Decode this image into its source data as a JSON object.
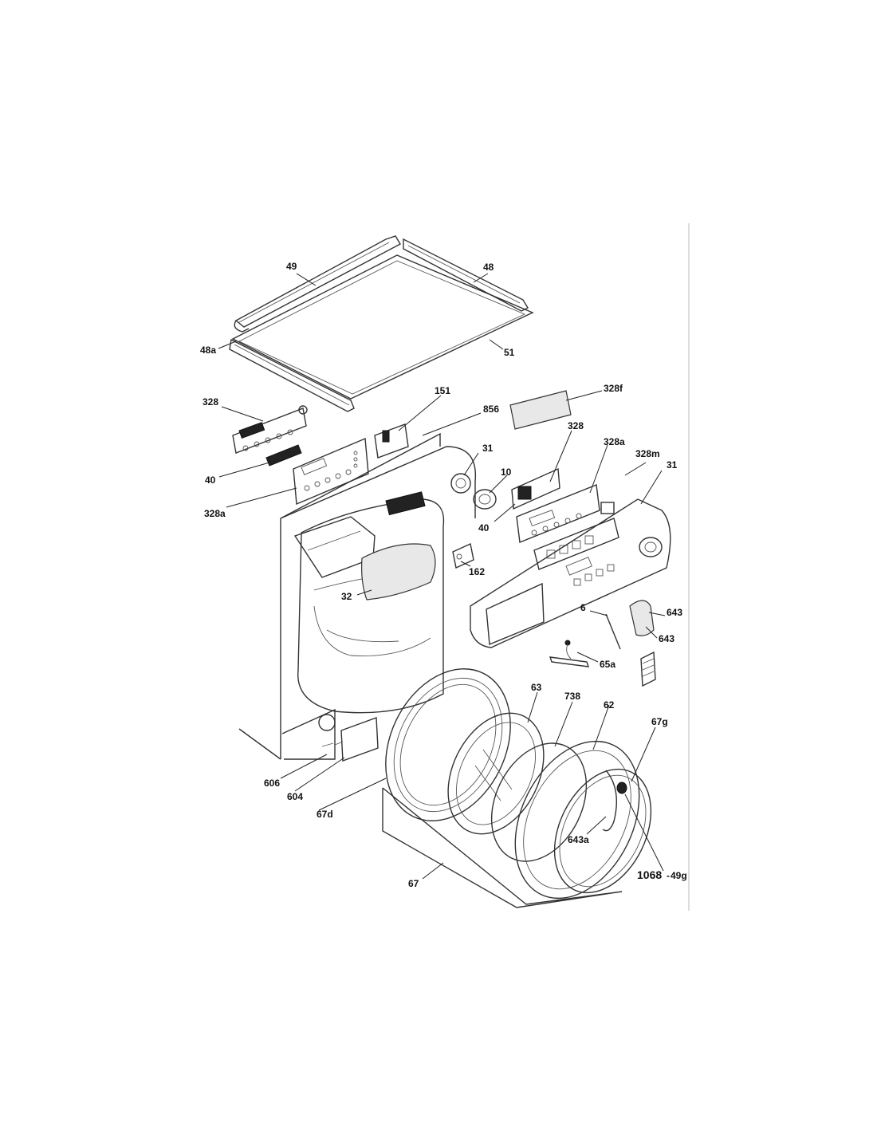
{
  "diagram": {
    "parts": [
      {
        "id": "p49",
        "label": "49"
      },
      {
        "id": "p48",
        "label": "48"
      },
      {
        "id": "p48a",
        "label": "48a"
      },
      {
        "id": "p51",
        "label": "51"
      },
      {
        "id": "p328-left",
        "label": "328"
      },
      {
        "id": "p151",
        "label": "151"
      },
      {
        "id": "p856",
        "label": "856"
      },
      {
        "id": "p328f",
        "label": "328f"
      },
      {
        "id": "p328-right",
        "label": "328"
      },
      {
        "id": "p40-left",
        "label": "40"
      },
      {
        "id": "p328a-left",
        "label": "328a"
      },
      {
        "id": "p31-left",
        "label": "31"
      },
      {
        "id": "p10",
        "label": "10"
      },
      {
        "id": "p328a-right",
        "label": "328a"
      },
      {
        "id": "p328m",
        "label": "328m"
      },
      {
        "id": "p31-right",
        "label": "31"
      },
      {
        "id": "p40-right",
        "label": "40"
      },
      {
        "id": "p162",
        "label": "162"
      },
      {
        "id": "p32",
        "label": "32"
      },
      {
        "id": "p6",
        "label": "6"
      },
      {
        "id": "p643-top",
        "label": "643"
      },
      {
        "id": "p643-bottom",
        "label": "643"
      },
      {
        "id": "p65a",
        "label": "65a"
      },
      {
        "id": "p63",
        "label": "63"
      },
      {
        "id": "p738",
        "label": "738"
      },
      {
        "id": "p62",
        "label": "62"
      },
      {
        "id": "p67g",
        "label": "67g"
      },
      {
        "id": "p606",
        "label": "606"
      },
      {
        "id": "p604",
        "label": "604"
      },
      {
        "id": "p67d",
        "label": "67d"
      },
      {
        "id": "p643a",
        "label": "643a"
      },
      {
        "id": "p67",
        "label": "67"
      },
      {
        "id": "p1068",
        "label": "1068"
      },
      {
        "id": "p49g",
        "label": "49g"
      }
    ]
  }
}
